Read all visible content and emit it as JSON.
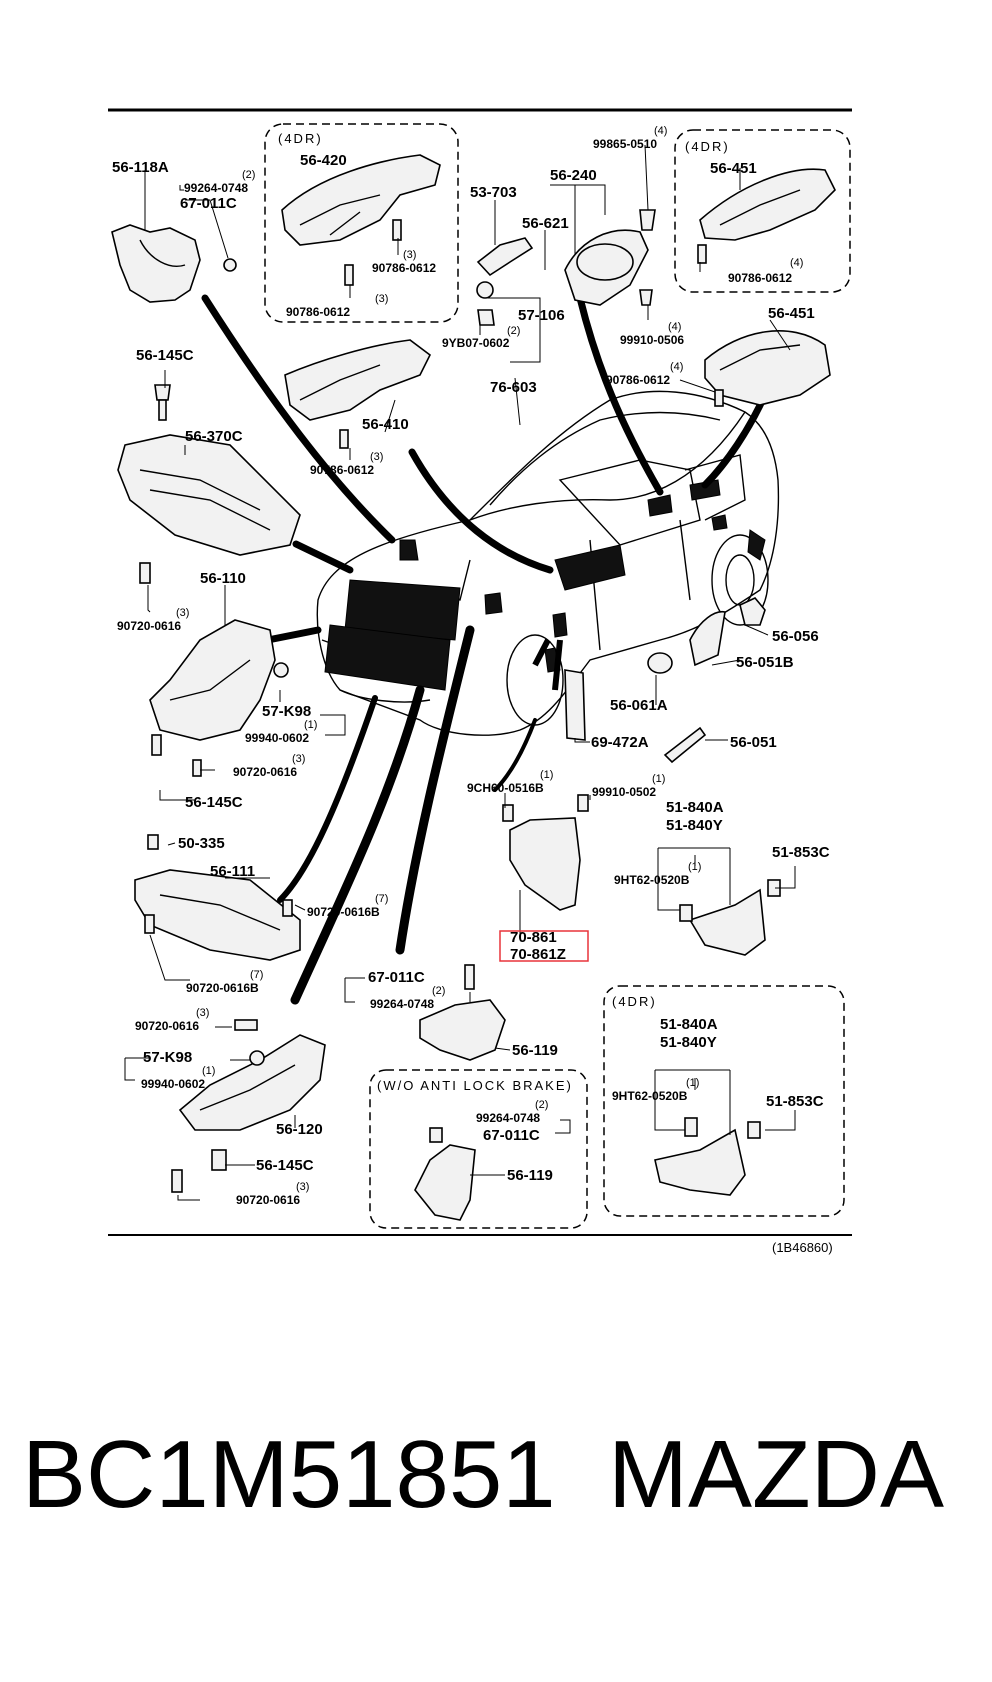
{
  "diagram": {
    "ref_code": "(1B46860)",
    "labels": {
      "l_56_118A": "56-118A",
      "q_99264_a": "(2)",
      "l_99264_a": "99264-0748",
      "l_67_011C_a": "67-011C",
      "hdr_4dr_a": "(4DR)",
      "l_56_420": "56-420",
      "q_90786_a": "(3)",
      "l_90786_a": "90786-0612",
      "q_90786_b": "(3)",
      "l_90786_b": "90786-0612",
      "l_53_703": "53-703",
      "l_56_240": "56-240",
      "l_56_621": "56-621",
      "q_99865": "(4)",
      "l_99865": "99865-0510",
      "hdr_4dr_b": "(4DR)",
      "l_56_451_a": "56-451",
      "q_90786_c": "(4)",
      "l_90786_c": "90786-0612",
      "l_57_106": "57-106",
      "q_9YB07": "(2)",
      "l_9YB07": "9YB07-0602",
      "l_76_603": "76-603",
      "q_99910_a": "(4)",
      "l_99910_a": "99910-0506",
      "l_56_451_b": "56-451",
      "q_90786_d": "(4)",
      "l_90786_d": "90786-0612",
      "l_56_145C_a": "56-145C",
      "l_56_410": "56-410",
      "q_90786_e": "(3)",
      "l_90786_e": "90786-0612",
      "l_56_370C": "56-370C",
      "l_56_110": "56-110",
      "q_90720_a": "(3)",
      "l_90720_a": "90720-0616",
      "l_57_K98_a": "57-K98",
      "q_99940_a": "(1)",
      "l_99940_a": "99940-0602",
      "q_90720_b": "(3)",
      "l_90720_b": "90720-0616",
      "l_56_145C_b": "56-145C",
      "l_56_056": "56-056",
      "l_56_051B": "56-051B",
      "l_56_061A": "56-061A",
      "l_69_472A": "69-472A",
      "l_56_051": "56-051",
      "q_9CH60": "(1)",
      "l_9CH60": "9CH60-0516B",
      "q_99910_b": "(1)",
      "l_99910_b": "99910-0502",
      "l_51_840A_a": "51-840A",
      "l_51_840Y_a": "51-840Y",
      "l_51_853C_a": "51-853C",
      "q_9HT62_a": "(1)",
      "l_9HT62_a": "9HT62-0520B",
      "l_70_861": "70-861",
      "l_70_861Z": "70-861Z",
      "l_50_335": "50-335",
      "l_56_111": "56-111",
      "q_90720_c": "(7)",
      "l_90720_c": "90720-0616B",
      "q_90720_d": "(7)",
      "l_90720_d": "90720-0616B",
      "l_67_011C_b": "67-011C",
      "q_99264_b": "(2)",
      "l_99264_b": "99264-0748",
      "l_56_119_a": "56-119",
      "q_90720_e": "(3)",
      "l_90720_e": "90720-0616",
      "l_57_K98_b": "57-K98",
      "q_99940_b": "(1)",
      "l_99940_b": "99940-0602",
      "l_56_120": "56-120",
      "l_56_145C_c": "56-145C",
      "q_90720_f": "(3)",
      "l_90720_f": "90720-0616",
      "hdr_wo_abs": "(W/O ANTI LOCK BRAKE)",
      "q_99264_c": "(2)",
      "l_99264_c": "99264-0748",
      "l_67_011C_c": "67-011C",
      "l_56_119_b": "56-119",
      "hdr_4dr_c": "(4DR)",
      "l_51_840A_b": "51-840A",
      "l_51_840Y_b": "51-840Y",
      "q_9HT62_b": "(1)",
      "l_9HT62_b": "9HT62-0520B",
      "l_51_853C_b": "51-853C"
    },
    "highlight_color": "#e8333a"
  },
  "footer": {
    "part_number": "BC1M51851",
    "brand": "MAZDA"
  }
}
